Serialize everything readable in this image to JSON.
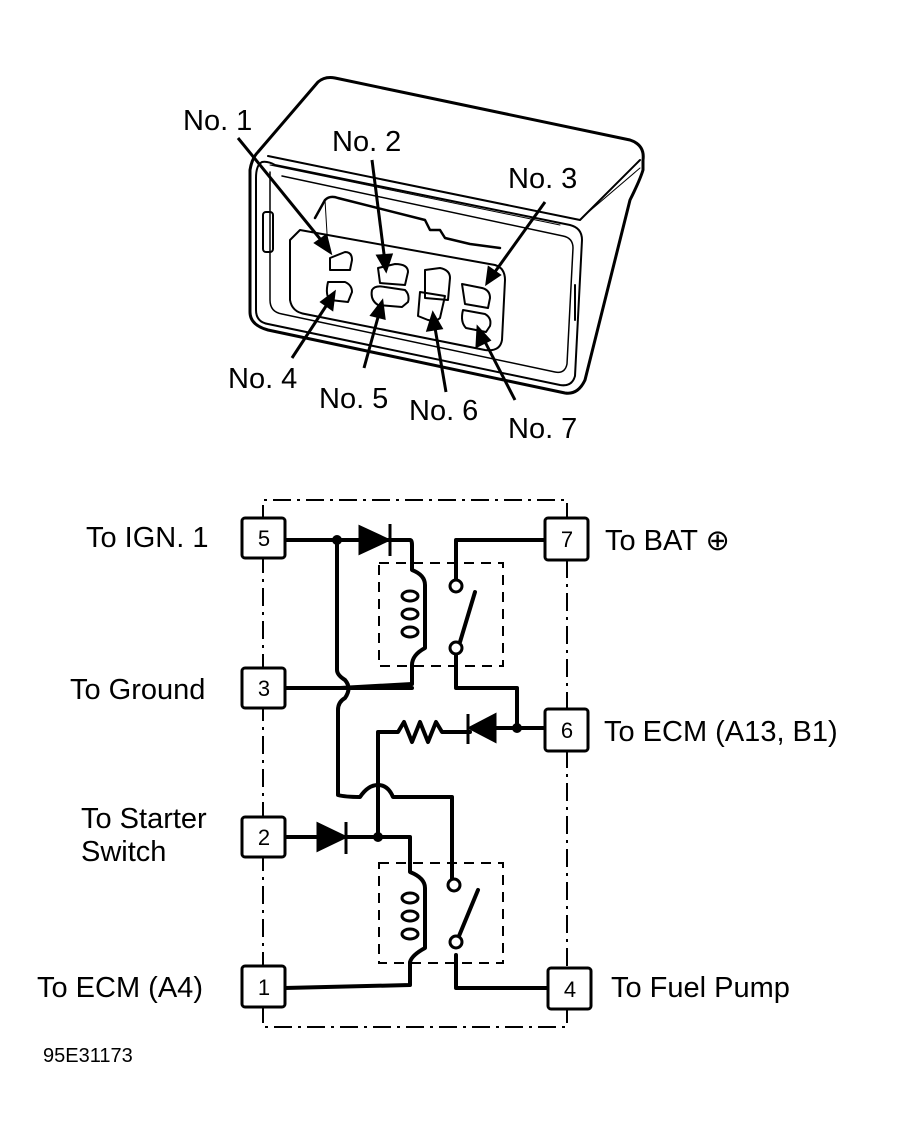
{
  "figure_id": "95E31173",
  "connector": {
    "pins": [
      {
        "id": "1",
        "label": "No. 1"
      },
      {
        "id": "2",
        "label": "No. 2"
      },
      {
        "id": "3",
        "label": "No. 3"
      },
      {
        "id": "4",
        "label": "No. 4"
      },
      {
        "id": "5",
        "label": "No. 5"
      },
      {
        "id": "6",
        "label": "No. 6"
      },
      {
        "id": "7",
        "label": "No. 7"
      }
    ]
  },
  "schematic": {
    "terminals": {
      "t5": {
        "num": "5",
        "label": "To IGN. 1"
      },
      "t3": {
        "num": "3",
        "label": "To Ground"
      },
      "t2": {
        "num": "2",
        "label_line1": "To Starter",
        "label_line2": "Switch"
      },
      "t1": {
        "num": "1",
        "label": "To ECM (A4)"
      },
      "t7": {
        "num": "7",
        "label": "To BAT",
        "symbol": "⊕"
      },
      "t6": {
        "num": "6",
        "label": "To ECM (A13, B1)"
      },
      "t4": {
        "num": "4",
        "label": "To Fuel Pump"
      }
    }
  }
}
